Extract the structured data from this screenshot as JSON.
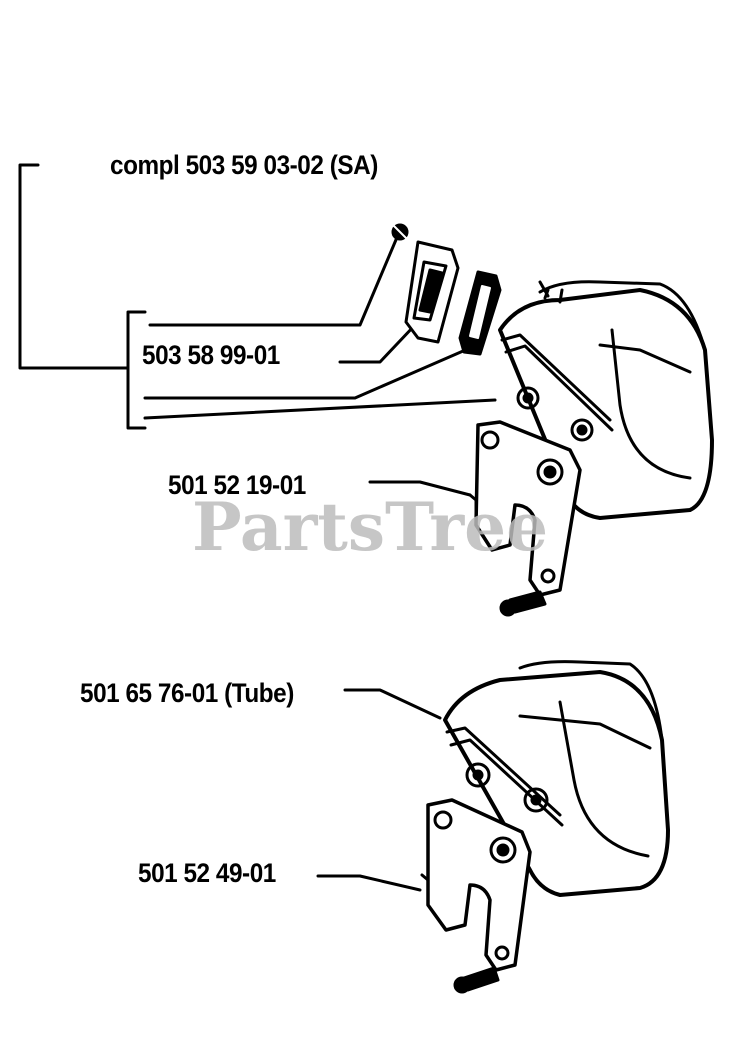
{
  "labels": {
    "assembly": "compl 503 59 03-02 (SA)",
    "gasket_kit": "503 58 99-01",
    "bracket_upper": "501 52 19-01",
    "muffler_tube": "501 65 76-01 (Tube)",
    "bracket_lower": "501 52 49-01"
  },
  "watermark": "PartsTree",
  "colors": {
    "ink": "#000000",
    "watermark": "#bdbdbd",
    "background": "#ffffff"
  }
}
